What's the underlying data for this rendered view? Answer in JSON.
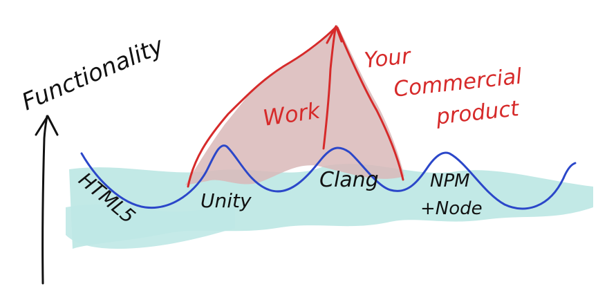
{
  "axis": {
    "label": "Functionality"
  },
  "base_labels": [
    "HTML5",
    "Unity",
    "Clang",
    "NPM\n+Node"
  ],
  "work_label": "Work",
  "product_label": [
    "Your",
    "Commercial",
    "product"
  ],
  "colors": {
    "ink": "#111111",
    "wave": "#2b47c9",
    "cyan_fill": "#bfe8e5",
    "mountain_fill": "#d9b8b9",
    "red": "#d62a2a"
  }
}
